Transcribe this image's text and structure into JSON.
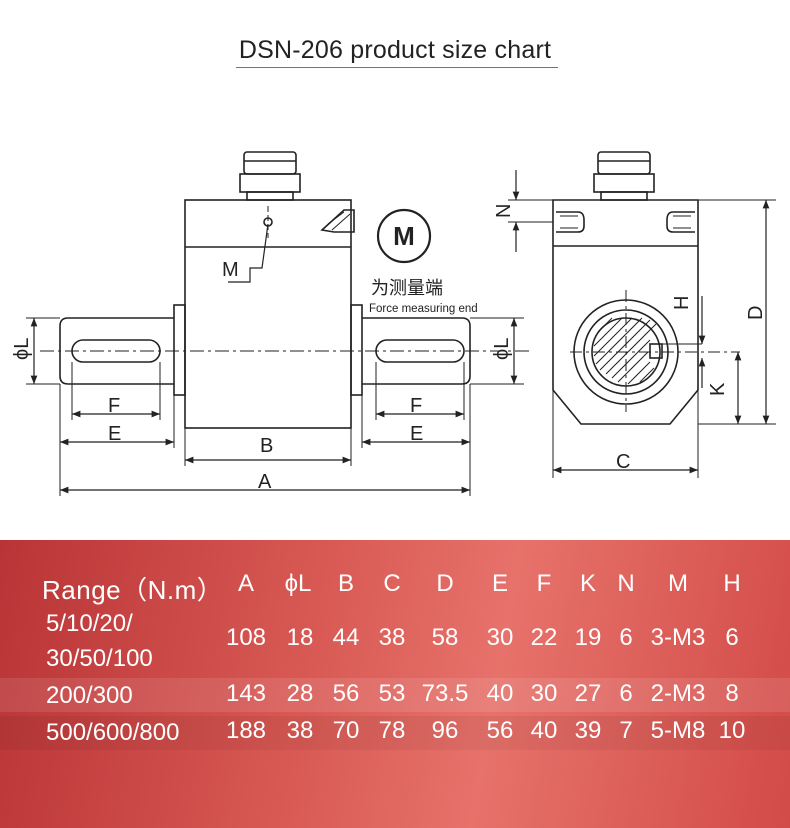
{
  "title": "DSN-206 product size chart",
  "drawing": {
    "labels": {
      "A": "A",
      "B": "B",
      "C": "C",
      "D": "D",
      "E": "E",
      "F": "F",
      "H": "H",
      "K": "K",
      "M": "M",
      "N": "N",
      "phiL": "ϕL"
    },
    "force_badge": "M",
    "force_cn": "为测量端",
    "force_en": "Force measuring end"
  },
  "table": {
    "headers": [
      "Range（N.m）",
      "A",
      "ϕL",
      "B",
      "C",
      "D",
      "E",
      "F",
      "K",
      "N",
      "M",
      "H"
    ],
    "rows": [
      {
        "range": [
          "5/10/20/",
          "30/50/100"
        ],
        "values": [
          "108",
          "18",
          "44",
          "38",
          "58",
          "30",
          "22",
          "19",
          "6",
          "3-M3",
          "6"
        ]
      },
      {
        "range": [
          "200/300"
        ],
        "values": [
          "143",
          "28",
          "56",
          "53",
          "73.5",
          "40",
          "30",
          "27",
          "6",
          "2-M3",
          "8"
        ]
      },
      {
        "range": [
          "500/600/800"
        ],
        "values": [
          "188",
          "38",
          "70",
          "78",
          "96",
          "56",
          "40",
          "39",
          "7",
          "5-M8",
          "10"
        ]
      }
    ],
    "colors": {
      "band_dark": "#b93436",
      "band_light": "#e7726b",
      "text": "#ffffff"
    }
  }
}
